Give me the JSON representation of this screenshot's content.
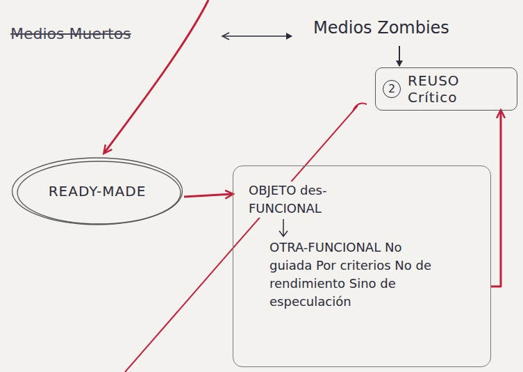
{
  "diagram": {
    "nodes": [
      {
        "text": [
          "2",
          "REUSO Crítico"
        ]
      },
      {
        "text": [
          "READY-MADE"
        ]
      },
      {
        "text": [
          "OBJETO des-FUNCIONAL",
          "OTRA-FUNCIONAL No guiada Por criterios No de rendimiento Sino de especulación"
        ]
      }
    ],
    "edges": [
      {
        "from": 1,
        "to": 2,
        "arrow": "to"
      },
      {
        "from": 2,
        "to": 0,
        "arrow": "to"
      }
    ],
    "labels": [
      "Medios Muertos",
      "Medios Zombies"
    ]
  }
}
